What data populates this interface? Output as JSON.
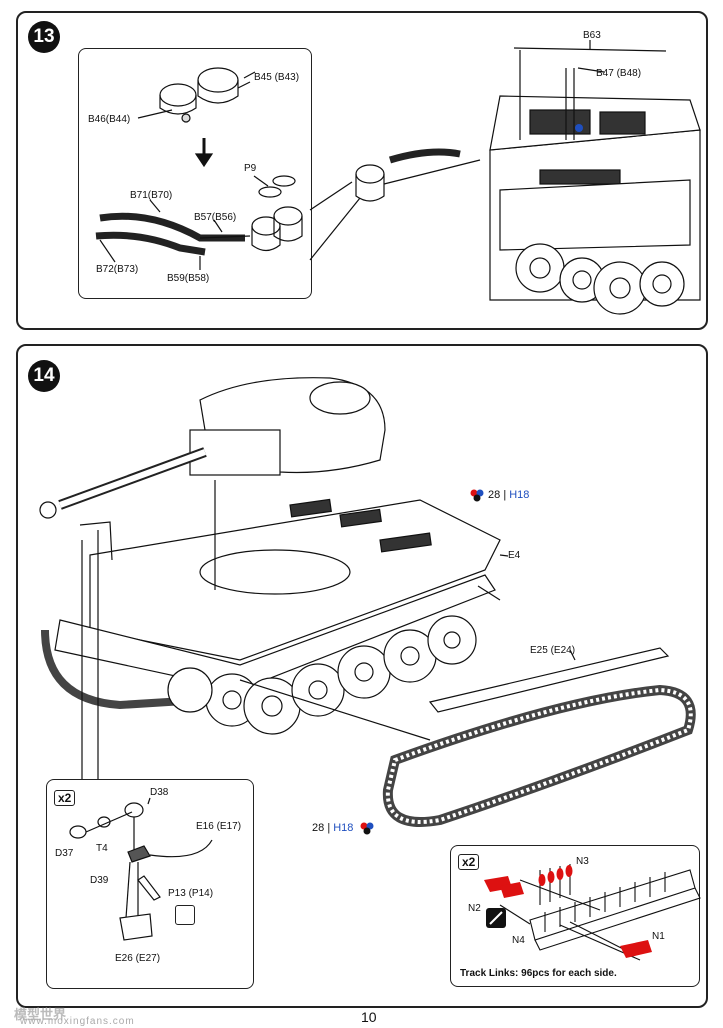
{
  "page": {
    "number": "10"
  },
  "watermark": {
    "text": "模型世界",
    "url": "www.moxingfans.com"
  },
  "step13": {
    "number": "13",
    "labels": {
      "b45": "B45 (B43)",
      "b46": "B46(B44)",
      "p9": "P9",
      "b71": "B71(B70)",
      "b57": "B57(B56)",
      "b72": "B72(B73)",
      "b59": "B59(B58)",
      "b63": "B63",
      "b47": "B47 (B48)"
    }
  },
  "step14": {
    "number": "14",
    "paint_top": {
      "code": "28",
      "sep": "|",
      "ref": "H18"
    },
    "paint_bottom": {
      "code": "28",
      "sep": "|",
      "ref": "H18"
    },
    "labels": {
      "e4": "E4",
      "e25": "E25 (E24)"
    },
    "subassembly": {
      "multiplier": "x2",
      "labels": {
        "d38": "D38",
        "d37": "D37",
        "t4": "T4",
        "d39": "D39",
        "e16": "E16 (E17)",
        "p13": "P13 (P14)",
        "e26": "E26 (E27)"
      }
    },
    "tracks": {
      "multiplier": "x2",
      "labels": {
        "n3": "N3",
        "n2": "N2",
        "n4": "N4",
        "n1": "N1"
      },
      "note": "Track Links: 96pcs for each side."
    }
  }
}
